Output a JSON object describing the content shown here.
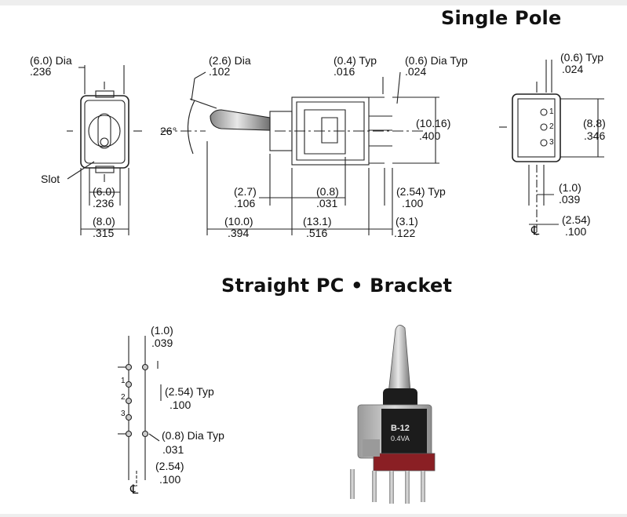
{
  "headings": {
    "single_pole": "Single Pole",
    "straight_pc_bracket": "Straight PC • Bracket"
  },
  "front_view": {
    "dia_mm": "(6.0) Dia",
    "dia_in": ".236",
    "slot": "Slot",
    "width_inner_mm": "(6.0)",
    "width_inner_in": ".236",
    "width_outer_mm": "(8.0)",
    "width_outer_in": ".315"
  },
  "side_view": {
    "lever_dia_mm": "(2.6) Dia",
    "lever_dia_in": ".102",
    "angle": "26°",
    "typ_mm": "(0.4) Typ",
    "typ_in": ".016",
    "dia_typ_mm": "(0.6) Dia Typ",
    "dia_typ_in": ".024",
    "height_mm": "(10.16)",
    "height_in": ".400",
    "d1_mm": "(2.7)",
    "d1_in": ".106",
    "d2_mm": "(0.8)",
    "d2_in": ".031",
    "pitch_mm": "(2.54) Typ",
    "pitch_in": ".100",
    "d3_mm": "(10.0)",
    "d3_in": ".394",
    "d4_mm": "(13.1)",
    "d4_in": ".516",
    "d5_mm": "(3.1)",
    "d5_in": ".122"
  },
  "rear_view": {
    "typ_mm": "(0.6) Typ",
    "typ_in": ".024",
    "height_mm": "(8.8)",
    "height_in": ".346",
    "off_mm": "(1.0)",
    "off_in": ".039",
    "pitch_mm": "(2.54)",
    "pitch_in": ".100",
    "centerline": "℄",
    "pins": [
      "1",
      "2",
      "3"
    ]
  },
  "footprint": {
    "off_mm": "(1.0)",
    "off_in": ".039",
    "pitch_mm": "(2.54) Typ",
    "pitch_in": ".100",
    "hole_mm": "(0.8) Dia Typ",
    "hole_in": ".031",
    "row_mm": "(2.54)",
    "row_in": ".100",
    "centerline": "℄",
    "pins": [
      "1",
      "2",
      "3"
    ]
  },
  "photo": {
    "marking_line1": "B-12",
    "marking_line2": "0.4VA"
  },
  "colors": {
    "line": "#222222",
    "header_bar": "#eeeeee",
    "switch_body": "#1c1c1c",
    "bracket_metal": "#b8b8b8",
    "base_red": "#8a1f24"
  }
}
